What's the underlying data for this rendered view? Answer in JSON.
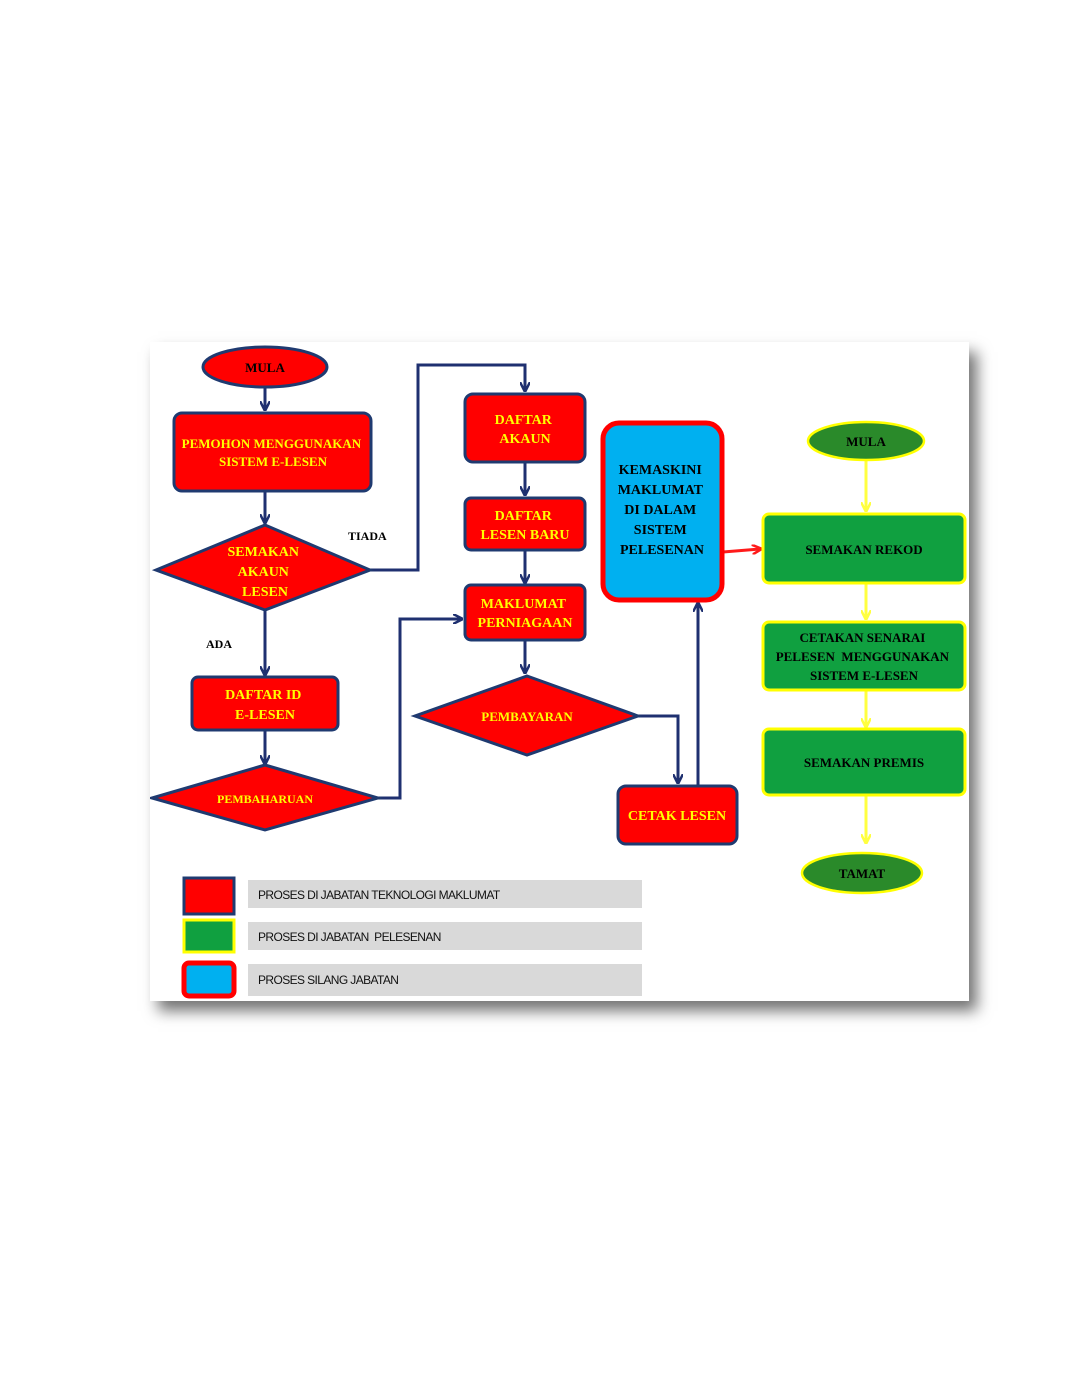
{
  "colors": {
    "it_fill": "#ff0000",
    "it_border": "#1f3a70",
    "it_text": "#ffff00",
    "lic_fill": "#10a040",
    "lic_border": "#ffff00",
    "lic_dark_fill": "#2a8a2a",
    "cross_fill": "#00b0f0",
    "cross_border": "#ff0000",
    "arrow_blue": "#1f3070",
    "arrow_red": "#ff1a1a",
    "arrow_yellow": "#ffff40",
    "legend_bar": "#d9d9d9"
  },
  "nodes": {
    "mula_left": "MULA",
    "pemohon": [
      "PEMOHON MENGGUNAKAN",
      "SISTEM E-LESEN"
    ],
    "semakan_akaun": [
      "SEMAKAN",
      "AKAUN",
      "LESEN"
    ],
    "daftar_id": [
      "DAFTAR ID",
      "E-LESEN"
    ],
    "pembaharuan": "PEMBAHARUAN",
    "daftar_akaun": [
      "DAFTAR",
      "AKAUN"
    ],
    "daftar_lesen_baru": [
      "DAFTAR",
      "LESEN BARU"
    ],
    "maklumat_perniagaan": [
      "MAKLUMAT",
      "PERNIAGAAN"
    ],
    "pembayaran": "PEMBAYARAN",
    "cetak_lesen": "CETAK LESEN",
    "kemaskini": [
      "KEMASKINI",
      "MAKLUMAT",
      "DI DALAM",
      "SISTEM",
      "PELESENAN"
    ],
    "mula_right": "MULA",
    "semakan_rekod": "SEMAKAN REKOD",
    "cetakan_senarai": [
      "CETAKAN SENARAI",
      "PELESEN  MENGGUNAKAN",
      "SISTEM E-LESEN"
    ],
    "semakan_premis": "SEMAKAN PREMIS",
    "tamat": "TAMAT"
  },
  "edge_labels": {
    "tiada": "TIADA",
    "ada": "ADA"
  },
  "legend": [
    {
      "label": "PROSES DI JABATAN TEKNOLOGI MAKLUMAT",
      "key": "it"
    },
    {
      "label": "PROSES DI JABATAN  PELESENAN",
      "key": "lic"
    },
    {
      "label": "PROSES SILANG JABATAN",
      "key": "cross"
    }
  ]
}
